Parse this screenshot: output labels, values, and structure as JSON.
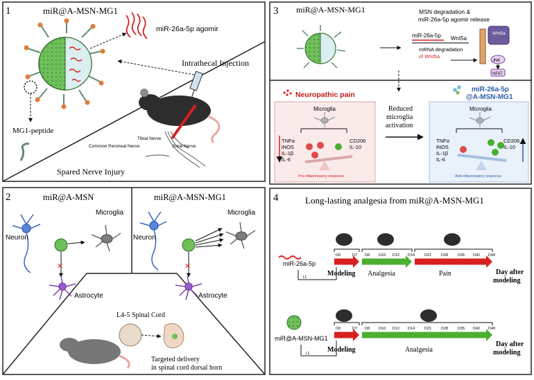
{
  "panel1": {
    "number": "1",
    "title": "miR@A-MSN-MG1",
    "agomir_label": "miR-26a-5p agomir",
    "injection_label": "Intrathecal Injection",
    "peptide_label": "MG1-peptide",
    "nerve_tibial": "Tibial  Nerve",
    "nerve_common": "Common Peroneal Nerve",
    "nerve_sural": "Sural  Nerve",
    "sni_label": "Spared Nerve Injury"
  },
  "panel2": {
    "number": "2",
    "left_title": "miR@A-MSN",
    "right_title": "miR@A-MSN-MG1",
    "neuron_left": "Neuron",
    "neuron_right": "Neuron",
    "microglia_left": "Microglia",
    "microglia_right": "Microglia",
    "astrocyte_left": "Astrocyte",
    "astrocyte_right": "Astrocyte",
    "spinal_label": "L4-5 Spinal Cord",
    "delivery_line1": "Targeted delivery",
    "delivery_line2": "in spinal cord dorsal horn"
  },
  "panel3": {
    "number": "3",
    "title": "miR@A-MSN-MG1",
    "release_line1": "MSN degradation  &",
    "release_line2": "miR-26a-5p agomir release",
    "mir_label": "miR-26a-5p",
    "wnt_label": "Wnt5a",
    "mrna_line1": "mRNA degradation",
    "mrna_line2": "of Wnt5a",
    "membrane_wnt": "Wnt5a",
    "jnk_label": "JNK",
    "nfat_label": "NFAT",
    "neuropathic_label": "Neuropathic pain",
    "microglia_left": "Microglia",
    "microglia_right": "Microglia",
    "reduced_line1": "Reduced",
    "reduced_line2": "microglia",
    "reduced_line3": "activation",
    "treat_line1": "miR-26a-5p",
    "treat_line2": "@A-MSN-MG1",
    "cytokines_left": [
      "TNFα",
      "iNOS",
      "IL-1β",
      "IL-6"
    ],
    "cytokines_right": [
      "TNFα",
      "iNOS",
      "IL-1β",
      "IL-6"
    ],
    "anti_left": [
      "CD206",
      "IL-10"
    ],
    "anti_right": [
      "CD206",
      "IL-10"
    ],
    "pro_response": "Pro-inflammatory response",
    "anti_response": "Anti-inflammatory response"
  },
  "panel4": {
    "number": "4",
    "title": "Long-lasting analgesia from miR@A-MSN-MG1",
    "row1": {
      "agent_label": "miR-26a-5p",
      "route": "i.t.",
      "modeling": "Modeling",
      "ticks": [
        "D0",
        "D7",
        "D8",
        "D10",
        "D12",
        "D14",
        "D21",
        "D28",
        "D35",
        "D42",
        "D49"
      ],
      "analgesia": "Analgesia",
      "pain": "Pain",
      "day_line1": "Day after",
      "day_line2": "modeling"
    },
    "row2": {
      "agent_label": "miR@A-MSN-MG1",
      "route": "i.t.",
      "modeling": "Modeling",
      "ticks": [
        "D0",
        "D7",
        "D8",
        "D10",
        "D12",
        "D14",
        "D21",
        "D28",
        "D35",
        "D42",
        "D49"
      ],
      "analgesia": "Analgesia",
      "day_line1": "Day after",
      "day_line2": "modeling"
    }
  },
  "colors": {
    "red": "#d71f1f",
    "green": "#4caf2f",
    "particle_green": "#6fbf5a",
    "pro_box": "#fbeaea",
    "anti_box": "#e9f1fa",
    "anti_text": "#2a5ea8"
  }
}
